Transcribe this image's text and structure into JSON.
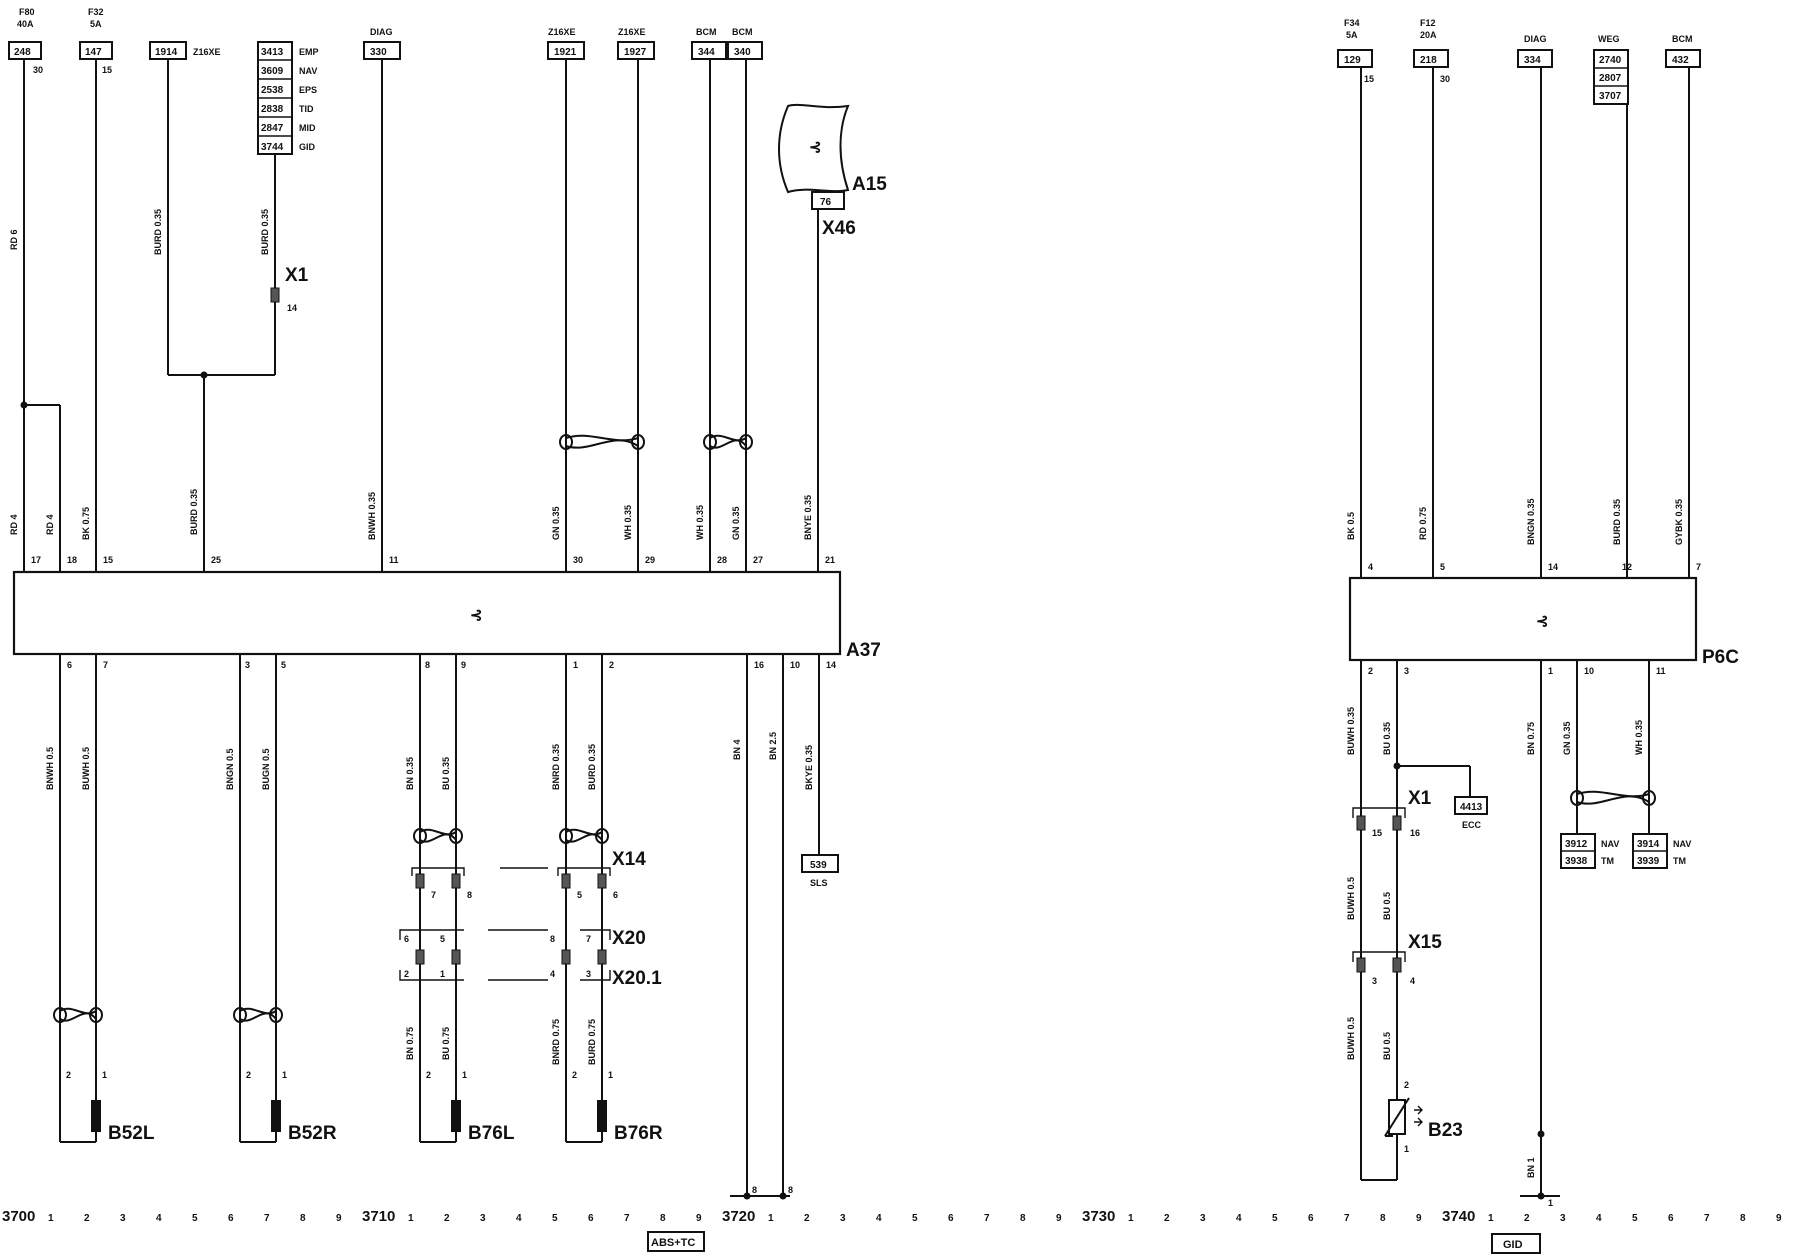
{
  "diagram": {
    "refs_left": [
      {
        "top": "F80",
        "mid": "40A",
        "box": "248",
        "pin": "30"
      },
      {
        "top": "F32",
        "mid": "5A",
        "box": "147",
        "pin": "15"
      }
    ],
    "ref_1914": {
      "box": "1914",
      "label": "Z16XE"
    },
    "ref_stack": [
      {
        "box": "3413",
        "label": "EMP"
      },
      {
        "box": "3609",
        "label": "NAV"
      },
      {
        "box": "2538",
        "label": "EPS"
      },
      {
        "box": "2838",
        "label": "TID"
      },
      {
        "box": "2847",
        "label": "MID"
      },
      {
        "box": "3744",
        "label": "GID"
      }
    ],
    "ref_diag": {
      "top": "DIAG",
      "box": "330"
    },
    "ref_z16_a": {
      "top": "Z16XE",
      "box": "1921"
    },
    "ref_z16_b": {
      "top": "Z16XE",
      "box": "1927"
    },
    "ref_bcm_a": {
      "top": "BCM",
      "box": "344"
    },
    "ref_bcm_b": {
      "top": "BCM",
      "box": "340"
    },
    "refs_right": [
      {
        "top": "F34",
        "mid": "5A",
        "box": "129",
        "pin": "15"
      },
      {
        "top": "F12",
        "mid": "20A",
        "box": "218",
        "pin": "30"
      }
    ],
    "ref_diag_r": {
      "top": "DIAG",
      "box": "334"
    },
    "ref_weg": {
      "top": "WEG",
      "boxes": [
        "2740",
        "2807",
        "3707"
      ]
    },
    "ref_bcm_r": {
      "top": "BCM",
      "box": "432"
    },
    "wires": {
      "rd6": "RD 6",
      "burd_a": "BURD 0.35",
      "burd_b": "BURD 0.35",
      "rd4_a": "RD 4",
      "rd4_b": "RD 4",
      "bk075": "BK 0.75",
      "burd_c": "BURD 0.35",
      "bnwh035": "BNWH 0.35",
      "gn035_a": "GN 0.35",
      "wh035_a": "WH 0.35",
      "wh035_b": "WH 0.35",
      "gn035_b": "GN 0.35",
      "bnye035": "BNYE 0.35",
      "bnwh05": "BNWH 0.5",
      "buwh05": "BUWH 0.5",
      "bngn05": "BNGN 0.5",
      "bugn05": "BUGN 0.5",
      "bn035": "BN 0.35",
      "bu035": "BU 0.35",
      "bnrd035": "BNRD 0.35",
      "burd035": "BURD 0.35",
      "bn4": "BN 4",
      "bn25": "BN 2.5",
      "bkye035": "BKYE 0.35",
      "bn075": "BN 0.75",
      "bu075": "BU 0.75",
      "bnrd075": "BNRD 0.75",
      "burd075": "BURD 0.75",
      "bk05": "BK 0.5",
      "rd075": "RD 0.75",
      "bngn035": "BNGN 0.35",
      "burd035_r": "BURD 0.35",
      "gybk035": "GYBK 0.35",
      "buwh035": "BUWH 0.35",
      "bu035_r": "BU 0.35",
      "bn075_r": "BN 0.75",
      "gn035_r": "GN 0.35",
      "wh035_r": "WH 0.35",
      "buwh05_r": "BUWH 0.5",
      "bu05_r": "BU 0.5",
      "buwh05_r2": "BUWH 0.5",
      "bu05_r2": "BU 0.5",
      "bn1": "BN 1"
    },
    "pins_a37_top": [
      "17",
      "18",
      "15",
      "25",
      "11",
      "30",
      "29",
      "28",
      "27",
      "21"
    ],
    "pins_a37_bot": [
      "6",
      "7",
      "3",
      "5",
      "8",
      "9",
      "1",
      "2",
      "16",
      "10",
      "14"
    ],
    "pins_p6c_top": [
      "4",
      "5",
      "14",
      "12",
      "7"
    ],
    "pins_p6c_bot": [
      "2",
      "3",
      "1",
      "10",
      "11"
    ],
    "modules": {
      "a37": "A37",
      "p6c": "P6C",
      "a15": "A15",
      "x46": "X46",
      "x46_pin": "76"
    },
    "connectors": {
      "x1": "X1",
      "x1_pin": "14",
      "x14": "X14",
      "x20": "X20",
      "x201": "X20.1",
      "x1r": "X1",
      "x15": "X15"
    },
    "connector_pins": {
      "x14_l": [
        "7",
        "8"
      ],
      "x14_r": [
        "5",
        "6"
      ],
      "x20_l": [
        "6",
        "5"
      ],
      "x20_r": [
        "8",
        "7"
      ],
      "x201_l": [
        "2",
        "1"
      ],
      "x201_r": [
        "4",
        "3"
      ],
      "x1r": [
        "15",
        "16"
      ],
      "x15": [
        "3",
        "4"
      ]
    },
    "components": {
      "b52l": "B52L",
      "b52r": "B52R",
      "b76l": "B76L",
      "b76r": "B76R",
      "b23": "B23",
      "comp_pins": [
        "2",
        "1"
      ],
      "b23_pins": [
        "2",
        "1"
      ]
    },
    "refs_mid": {
      "sls_box": "539",
      "sls_label": "SLS",
      "ecc_box": "4413",
      "ecc_label": "ECC"
    },
    "nav_tm": [
      {
        "box_a": "3912",
        "label_a": "NAV",
        "box_b": "3938",
        "label_b": "TM"
      },
      {
        "box_a": "3914",
        "label_a": "NAV",
        "box_b": "3939",
        "label_b": "TM"
      }
    ],
    "ground_pins": {
      "g1": "8",
      "g2": "8",
      "g3": "1"
    },
    "ruler": [
      "3700",
      "1",
      "2",
      "3",
      "4",
      "5",
      "6",
      "7",
      "8",
      "9",
      "3710",
      "1",
      "2",
      "3",
      "4",
      "5",
      "6",
      "7",
      "8",
      "9",
      "3720",
      "1",
      "2",
      "3",
      "4",
      "5",
      "6",
      "7",
      "8",
      "9",
      "3730",
      "1",
      "2",
      "3",
      "4",
      "5",
      "6",
      "7",
      "8",
      "9",
      "3740",
      "1",
      "2",
      "3",
      "4",
      "5",
      "6",
      "7",
      "8",
      "9"
    ],
    "ground_boxes": {
      "abs": "ABS+TC",
      "gid": "GID"
    }
  }
}
